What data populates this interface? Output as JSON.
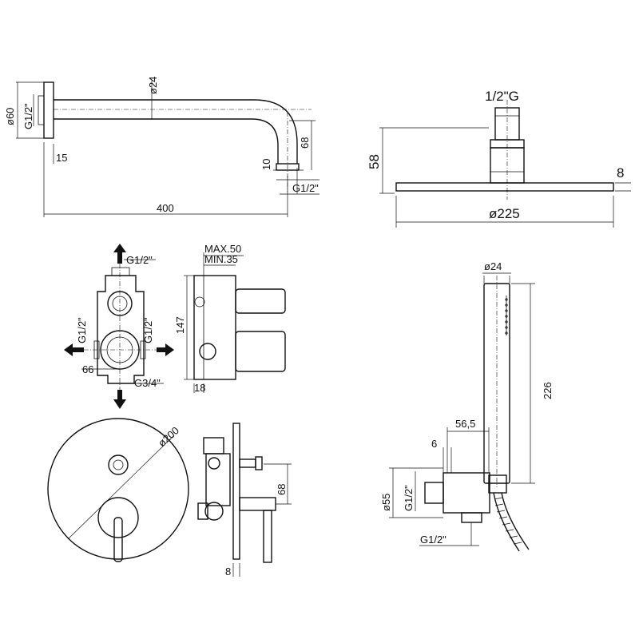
{
  "labels": {
    "arm_diameter": "ø24",
    "flange_diameter": "ø60",
    "flange_thread": "G1/2\"",
    "flange_depth": "15",
    "arm_length": "400",
    "arm_drop": "68",
    "arm_tip": "10",
    "arm_thread": "G1/2\"",
    "head_thread": "1/2\"G",
    "head_height": "58",
    "head_thickness": "8",
    "head_diameter": "ø225",
    "valve_top_thread": "G1/2\"",
    "valve_left_thread": "G1/2\"",
    "valve_right_thread": "G1/2\"",
    "valve_width": "66",
    "valve_bottom_thread": "G3/4\"",
    "valve_max_depth": "MAX.50",
    "valve_min_depth": "MIN.35",
    "valve_height": "147",
    "valve_offset": "18",
    "plate_diameter": "ø200",
    "handle_height": "68",
    "plate_thickness": "8",
    "hand_diameter": "ø24",
    "hand_length": "226",
    "outlet_length": "56,5",
    "outlet_offset": "6",
    "outlet_diameter": "ø55",
    "outlet_thread": "G1/2\"",
    "outlet_bottom_thread": "G1/2\""
  }
}
